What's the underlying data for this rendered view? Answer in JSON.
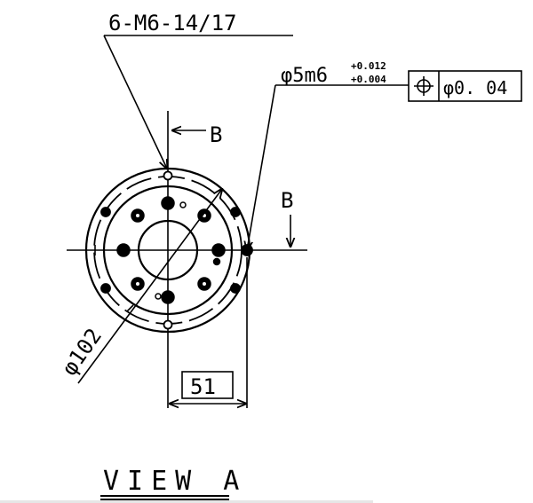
{
  "drawing": {
    "title": "VIEW A",
    "callouts": {
      "thread_note": "6-M6-14/17",
      "pin_diameter": {
        "symbol": "φ",
        "value": "5m6",
        "upper_tolerance": "+0.012",
        "lower_tolerance": "+0.004"
      },
      "position_tolerance": {
        "symbol": "position-icon",
        "value": "φ0. 04"
      },
      "section_marker_top": "B",
      "section_marker_right": "B",
      "outer_diameter": "φ102",
      "offset_dimension": "51"
    },
    "colors": {
      "line": "#000000",
      "background": "#ffffff"
    }
  }
}
